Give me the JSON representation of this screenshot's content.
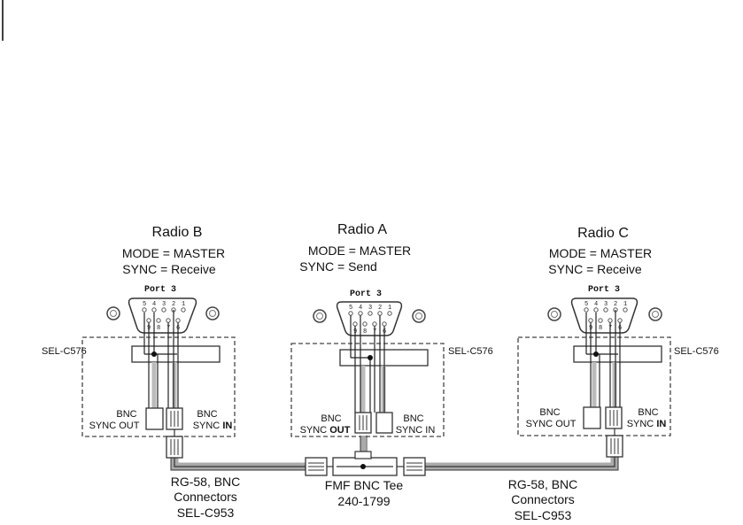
{
  "radios": [
    {
      "title": "Radio B",
      "mode": "MODE = MASTER",
      "sync": "SYNC = Receive",
      "port": "Port 3",
      "cable": "SEL-C576",
      "bnc_left": {
        "top": "BNC",
        "bottom": "SYNC OUT",
        "bold": ""
      },
      "bnc_right": {
        "top": "BNC",
        "bottom": "SYNC ",
        "bold": "IN"
      }
    },
    {
      "title": "Radio A",
      "mode": "MODE = MASTER",
      "sync": "SYNC = Send",
      "port": "Port 3",
      "cable": "SEL-C576",
      "bnc_left": {
        "top": "BNC",
        "bottom": "SYNC ",
        "bold": "OUT"
      },
      "bnc_right": {
        "top": "BNC",
        "bottom": "SYNC IN",
        "bold": ""
      }
    },
    {
      "title": "Radio C",
      "mode": "MODE = MASTER",
      "sync": "SYNC = Receive",
      "port": "Port 3",
      "cable": "SEL-C576",
      "bnc_left": {
        "top": "BNC",
        "bottom": "SYNC OUT",
        "bold": ""
      },
      "bnc_right": {
        "top": "BNC",
        "bottom": "SYNC ",
        "bold": "IN"
      }
    }
  ],
  "pins_top": [
    "5",
    "4",
    "3",
    "2",
    "1"
  ],
  "pins_bottom": [
    "9",
    "8",
    "7",
    "6"
  ],
  "connectors_left": [
    "RG-58, BNC",
    "Connectors",
    "SEL-C953"
  ],
  "tee": [
    "FMF BNC Tee",
    "240-1799"
  ],
  "connectors_right": [
    "RG-58, BNC",
    "Connectors",
    "SEL-C953"
  ]
}
